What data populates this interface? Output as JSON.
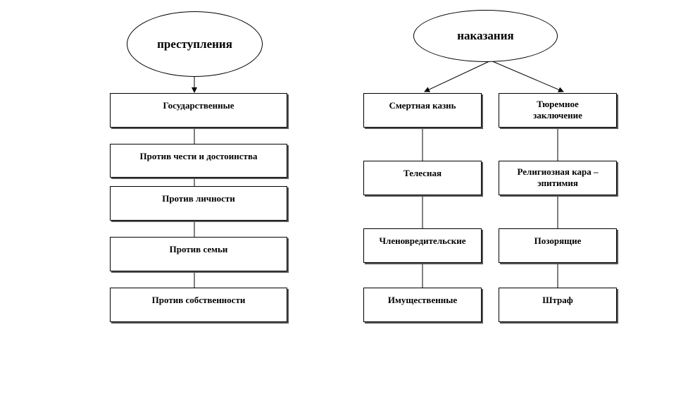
{
  "crimes": {
    "title": "преступления",
    "items": [
      "Государственные",
      "Против чести и достоинства",
      "Против личности",
      "Против семьи",
      "Против собственности"
    ]
  },
  "punishments": {
    "title": "наказания",
    "left_column": [
      "Смертная казнь",
      "Телесная",
      "Членовредительские",
      "Имущественные"
    ],
    "right_column": [
      "Тюремное заключение",
      "Религиозная кара – эпитимия",
      "Позорящие",
      "Штраф"
    ]
  }
}
